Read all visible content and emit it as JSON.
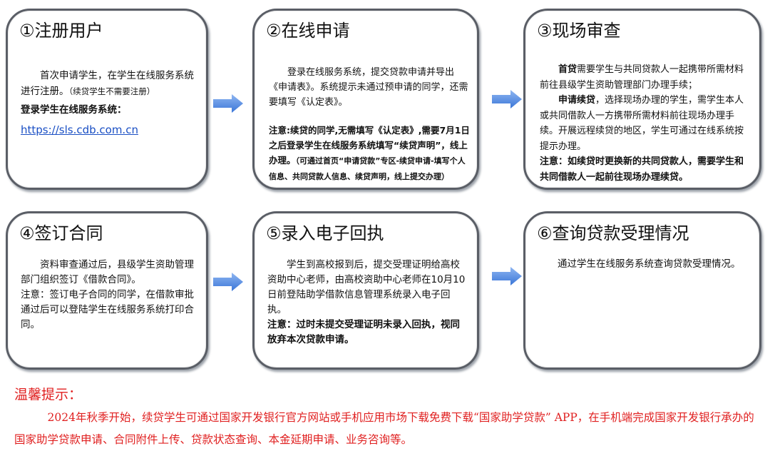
{
  "steps": [
    {
      "title": "①注册用户",
      "p1": "首次申请学生，在学生在线服务系统进行注册。",
      "p1_note": "（续贷学生不需要注册）",
      "label": "登录学生在线服务系统：",
      "link": "https://sls.cdb.com.cn"
    },
    {
      "title": "②在线申请",
      "p1": "登录在线服务系统，提交贷款申请并导出《申请表》。系统提示未通过预申请的同学，还需要填写《认定表》。",
      "note": "注意:续贷的同学,无需填写《认定表》,需要7月1日之后登录学生在线服务系统填写“续贷声明”，线上办理。",
      "note_small": "（可通过首页“申请贷款”专区-续贷申请-填写个人信息、共同贷款人信息、续贷声明，线上提交办理）"
    },
    {
      "title": "③现场审查",
      "b1": "首贷",
      "p1": "需要学生与共同贷款人一起携带所需材料前往县级学生资助管理部门办理手续；",
      "b2": "申请续贷",
      "p2": "，选择现场办理的学生，需学生本人或共同借款人一方携带所需材料前往现场办理手续。开展远程续贷的地区，学生可通过在线系统按提示办理。",
      "note": "注意：如续贷时更换新的共同贷款人，需要学生和共同借款人一起前往现场办理续贷。"
    },
    {
      "title": "④签订合同",
      "p1": "资料审查通过后，县级学生资助管理 部门组织签订《借款合同》。",
      "p2": "注意：签订电子合同的同学，在借款审批通过后可以登陆学生在线服务系统打印合同。"
    },
    {
      "title": "⑤录入电子回执",
      "p1": "学生到高校报到后，提交受理证明给高校资助中心老师，由高校资助中心老师在10月10日前登陆助学借款信息管理系统录入电子回执。",
      "note": "注意：过时未提交受理证明未录入回执，视同放弃本次贷款申请。"
    },
    {
      "title": "⑥查询贷款受理情况",
      "p1": "通过学生在线服务系统查询贷款受理情况。"
    }
  ],
  "tips": {
    "title": "温馨提示：",
    "text": "2024年秋季开始，续贷学生可通过国家开发银行官方网站或手机应用市场下载免费下载“国家助学贷款” APP，在手机端完成国家开发银行承办的国家助学贷款申请、合同附件上传、贷款状态查询、本金延期申请、业务咨询等。"
  },
  "colors": {
    "arrow": "#4a86e8",
    "tip": "#e02020",
    "link": "#1a4fc4"
  }
}
